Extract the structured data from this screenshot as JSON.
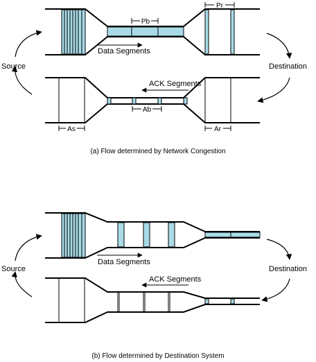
{
  "colors": {
    "segment_fill": "#a9dbe6",
    "stroke": "#000000",
    "background": "#ffffff"
  },
  "panel_a": {
    "data_segments_label": "Data Segments",
    "ack_segments_label": "ACK Segments",
    "source_label": "Source",
    "destination_label": "Destination",
    "pb_label": "Pb",
    "pr_label": "Pr",
    "ab_label": "Ab",
    "as_label": "As",
    "ar_label": "Ar",
    "caption": "(a) Flow determined by Network Congestion"
  },
  "panel_b": {
    "data_segments_label": "Data Segments",
    "ack_segments_label": "ACK Segments",
    "source_label": "Source",
    "destination_label": "Destination",
    "caption": "(b) Flow determined by Destination System"
  }
}
